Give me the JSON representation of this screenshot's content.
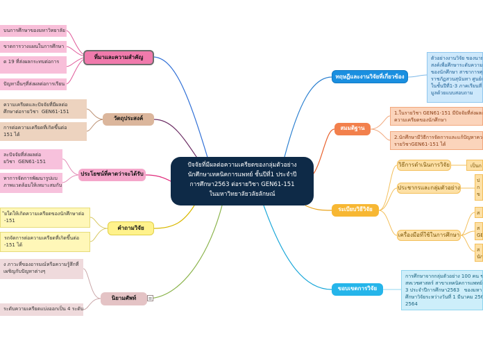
{
  "central": {
    "line1": "ปัจจัยที่มีผลต่อความเครียดของกลุ่มตัวอย่าง",
    "line2": "นักศึกษาเทคนิคการแพทย์  ชั้นปีที่1  ประจำปี",
    "line3": "การศึกษา2563  ต่อรายวิชา  GEN61-151",
    "line4": "ในมหาวิทยาลัยวลัยลักษณ์"
  },
  "left": {
    "background": {
      "title": "ที่มาและความสำคัญ",
      "items": [
        "บนการศึกษาของมหาวิทยาลัย",
        "ขาดการวางแผนในการศึกษา",
        "ด 19 ที่ส่งผลกระทบต่อการ",
        "ปัญหาอื่นๆที่ส่งผลต่อการเรียน"
      ]
    },
    "objectives": {
      "title": "วัตถุประสงค์",
      "items": [
        "ความเครียดและปัจจัยที่มีผลต่อ\nศึกษาต่อรายวิชา  GEN61-151",
        "การต่อความเครียดที่เกิดขึ้นต่อ\n151 ได้"
      ]
    },
    "benefits": {
      "title": "ประโยชน์ที่คาดว่าจะได้รับ",
      "items": [
        "ละปัจจัยที่ส่งผลต่อ\nยวิชา  GEN61-151",
        "หาการจัดการพัฒนารูปแบ\nภาพแวดล้อมให้เหมาะสมกับ"
      ]
    },
    "questions": {
      "title": "คำถามวิจัย",
      "items": [
        "ัยใดให้เกิดความเครียดของนักศึกษาต่อ\n-151",
        "รถจัดการต่อความเครียดที่เกิดขึ้นต่อ\n-151 ได้"
      ]
    },
    "definitions": {
      "title": "นิยามศัพท์",
      "collapse_icon": "≡",
      "items": [
        "ง ภาวะที่ของอารมณ์หรือความรู้สึกที่\nเผชิญกับปัญหาต่างๆ",
        "ระดับความเครียดแบ่งออกเป็น 4 ระดับ"
      ]
    }
  },
  "right": {
    "theory": {
      "title": "ทฤษฎีและงานวิจัยที่เกี่ยวข้อง",
      "text": "ตัวอย่างงานวิจัย ของนาย\nสงค์เพื่อศึกษาระดับความ\nของนักศึกษา สาขาการศุข\nราชภัฏสวนสุนันทา ศูนย์แ\nในชั้นปีที่1-3 ภาคเรียนที่\nมูลด้วยแบบสอบถาม"
    },
    "hypothesis": {
      "title": "สมมติฐาน",
      "items": [
        "1.ในรายวิชา GEN61-151 มีปัจจัยที่ส่งผลต\nความเครียดของนักศึกษา",
        "2.นักศึกษามีวิธีการจัดการและแก้ปัญหาควา\nรายวิชาGEN61-151 ได้"
      ]
    },
    "methodology": {
      "title": "ระเบียบวิธีวิจัย",
      "subs": [
        {
          "label": "วิธีการดำเนินการวิจัย",
          "detail": "เป็นก"
        },
        {
          "label": "ประชากรและกลุ่มตัวอย่าง",
          "detail": "ป\nก\nข"
        },
        {
          "label": "เครื่องมือที่ใช้ในการศึกษา",
          "details": [
            "ส",
            "ส\nGE",
            "ส\nนัก"
          ]
        }
      ]
    },
    "scope": {
      "title": "ขอบเขตการวิจัย",
      "text": "การศึกษาจากกลุ่มตัวอย่าง 100 คน ข\nสหเวชศาสตร์ สาขาเทคนิคการแพทย์\n3 ประจำปีการศึกษา2563   ของมหา\nศึกษาวิจัยระหว่างวันที่ 1 มีนาคม 256\n2564"
    }
  }
}
